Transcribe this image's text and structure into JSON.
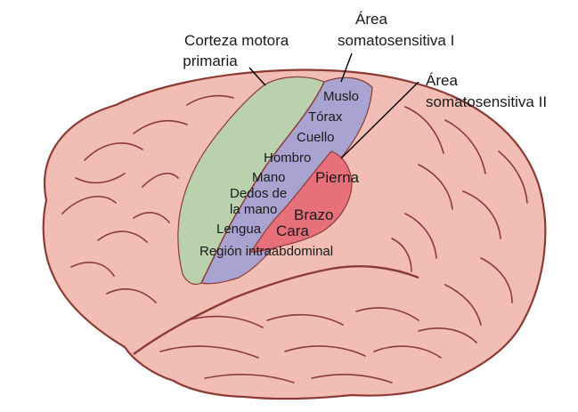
{
  "callouts": {
    "primary_motor": [
      "Corteza motora",
      "primaria"
    ],
    "somatosensory_1": [
      "Área",
      "somatosensitiva I"
    ],
    "somatosensory_2": [
      "Área",
      "somatosensitiva II"
    ]
  },
  "body_parts": {
    "muslo": "Muslo",
    "torax": "Tórax",
    "cuello": "Cuello",
    "hombro": "Hombro",
    "mano": "Mano",
    "dedos": [
      "Dedos de",
      "la mano"
    ],
    "lengua": "Lengua",
    "pierna": "Pierna",
    "brazo": "Brazo",
    "cara": "Cara",
    "region_intraabdominal": "Región intraabdominal"
  },
  "colors": {
    "brain_fill": "#f2bdb4",
    "brain_outline": "#8c3b34",
    "primary_motor_area": "#b9d2ad",
    "somatosensory_area_1": "#a8a3d0",
    "somatosensory_area_2": "#e8707a"
  }
}
